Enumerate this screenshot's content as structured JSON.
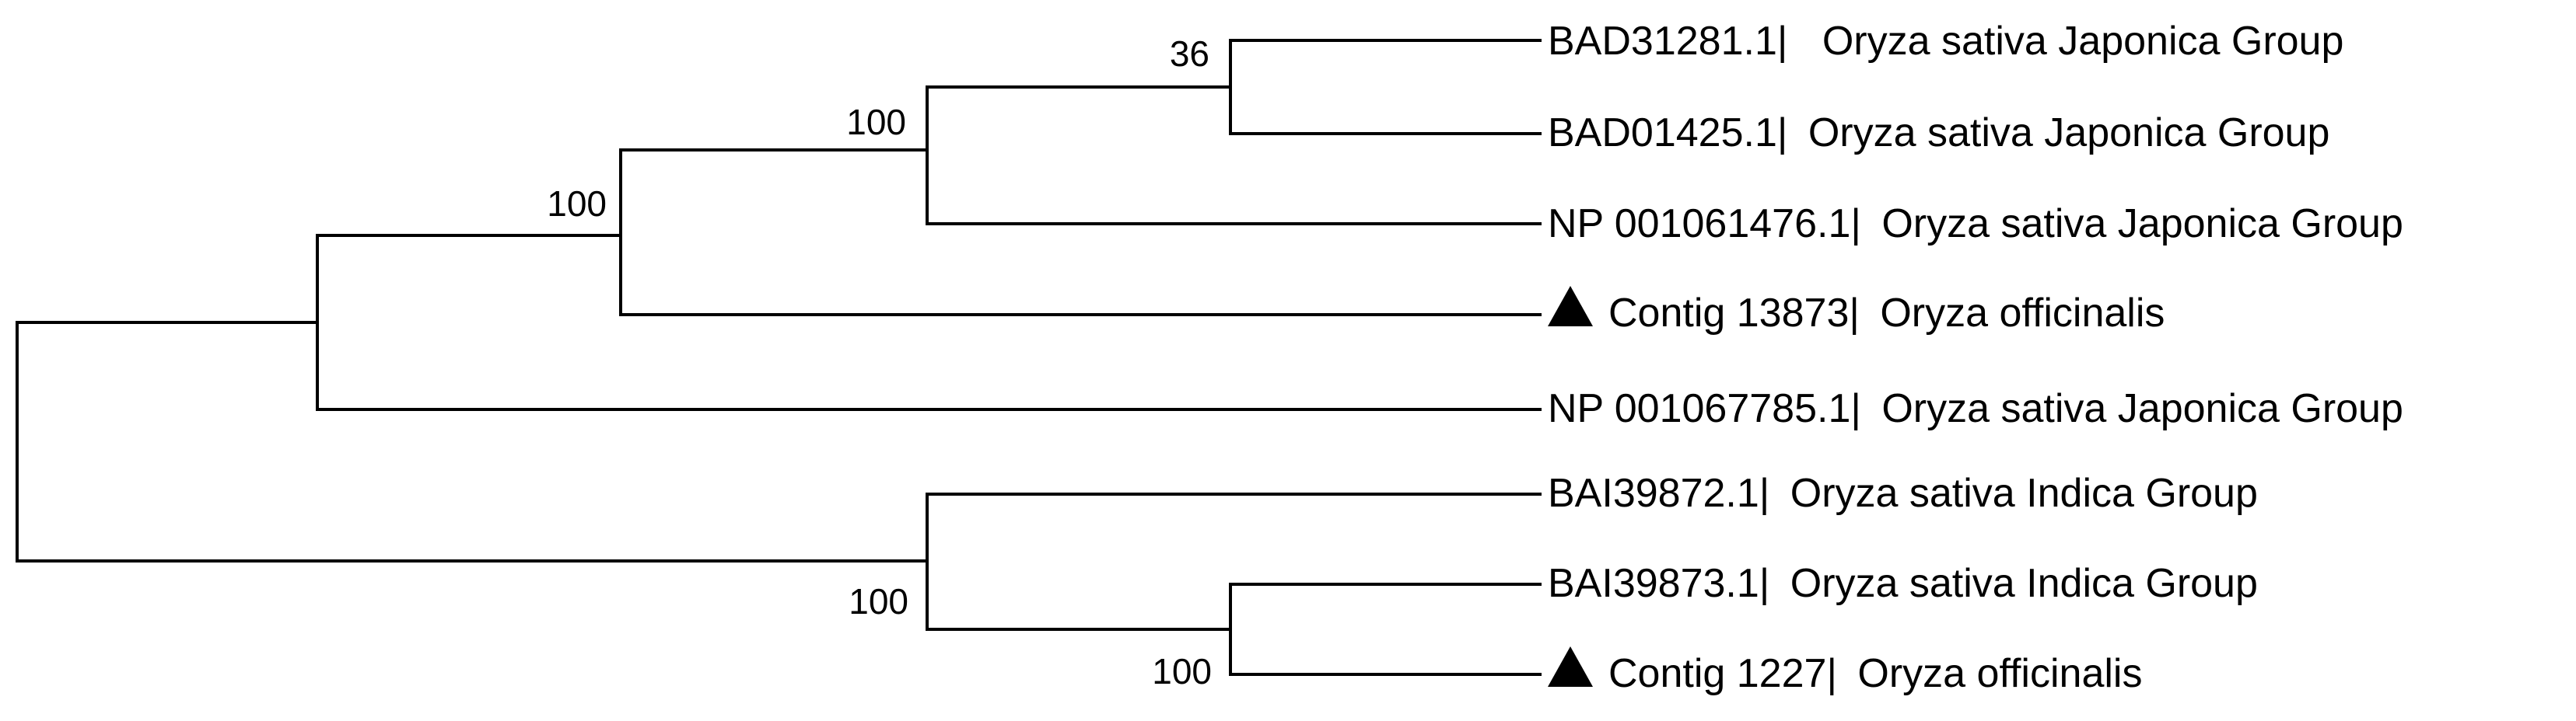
{
  "tree": {
    "leaves": [
      {
        "id": "leaf-1",
        "accession": "BAD31281.1|",
        "species": "Oryza sativa Japonica Group",
        "marker": ""
      },
      {
        "id": "leaf-2",
        "accession": "BAD01425.1|",
        "species": "Oryza sativa Japonica Group",
        "marker": ""
      },
      {
        "id": "leaf-3",
        "accession": "NP 001061476.1|",
        "species": "Oryza sativa Japonica Group",
        "marker": ""
      },
      {
        "id": "leaf-4",
        "accession": "Contig 13873|",
        "species": "Oryza officinalis",
        "marker": "triangle"
      },
      {
        "id": "leaf-5",
        "accession": "NP 001067785.1|",
        "species": "Oryza sativa Japonica Group",
        "marker": ""
      },
      {
        "id": "leaf-6",
        "accession": "BAI39872.1|",
        "species": "Oryza sativa Indica Group",
        "marker": ""
      },
      {
        "id": "leaf-7",
        "accession": "BAI39873.1|",
        "species": "Oryza sativa Indica Group",
        "marker": ""
      },
      {
        "id": "leaf-8",
        "accession": "Contig 1227|",
        "species": "Oryza officinalis",
        "marker": "triangle"
      }
    ],
    "support_values": {
      "n_bad_pair": "36",
      "n_bad_np": "100",
      "n_contig13873": "100",
      "n_bai_root": "100",
      "n_bai_contig1227": "100"
    },
    "colors": {
      "line": "#000000",
      "text": "#000000",
      "background": "#ffffff"
    }
  }
}
